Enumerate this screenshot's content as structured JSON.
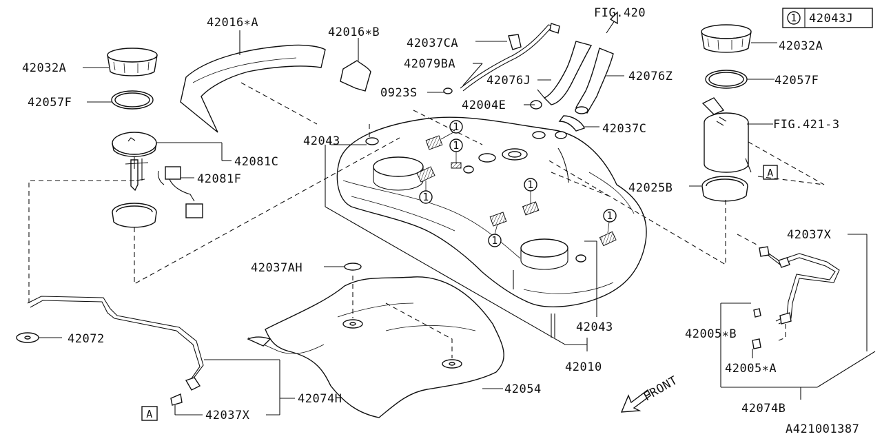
{
  "diagram": {
    "legend": {
      "symbol": "1",
      "part": "42043J"
    },
    "fig_refs": {
      "fig420": "FIG.420",
      "fig421": "FIG.421-3"
    },
    "front": "FRONT",
    "ref_a": "A",
    "drawing_no": "A421001387",
    "callout_one": "1",
    "labels": {
      "p42016A": "42016∗A",
      "p42016B": "42016∗B",
      "p42037CA": "42037CA",
      "p42079BA": "42079BA",
      "p0923S": "0923S",
      "p42076J": "42076J",
      "p42076Z": "42076Z",
      "p42004E": "42004E",
      "p42037C": "42037C",
      "p42032A_left": "42032A",
      "p42032A_right": "42032A",
      "p42057F_left": "42057F",
      "p42057F_right": "42057F",
      "p42081C": "42081C",
      "p42081F": "42081F",
      "p42043_top": "42043",
      "p42043_bottom": "42043",
      "p42025B": "42025B",
      "p42037X_right": "42037X",
      "p42037X_left": "42037X",
      "p42037AH": "42037AH",
      "p42072": "42072",
      "p42074H": "42074H",
      "p42054": "42054",
      "p42010": "42010",
      "p42005B": "42005∗B",
      "p42005A": "42005∗A",
      "p42074B": "42074B"
    }
  }
}
